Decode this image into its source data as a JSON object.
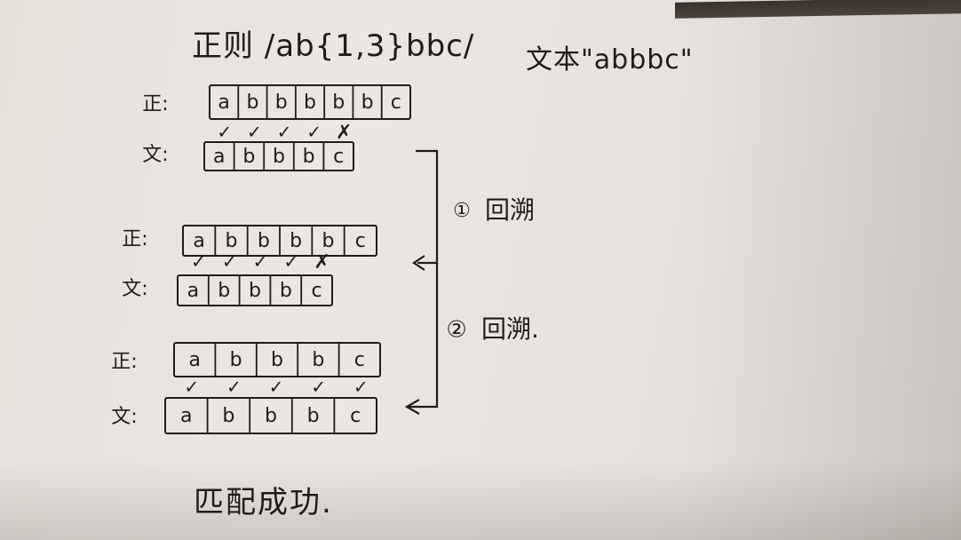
{
  "header": {
    "regex": "正则 /ab{1,3}bbc/",
    "text": "文本\"abbbc\""
  },
  "labels": {
    "regex_short": "正:",
    "text_short": "文:"
  },
  "rows": [
    {
      "regex_cells": [
        "a",
        "b",
        "b",
        "b",
        "b",
        "b",
        "c"
      ],
      "marks": [
        "✓",
        "✓",
        "✓",
        "✓",
        "✗"
      ],
      "text_cells": [
        "a",
        "b",
        "b",
        "b",
        "c"
      ]
    },
    {
      "regex_cells": [
        "a",
        "b",
        "b",
        "b",
        "b",
        "c"
      ],
      "marks": [
        "✓",
        "✓",
        "✓",
        "✓",
        "✗"
      ],
      "text_cells": [
        "a",
        "b",
        "b",
        "b",
        "c"
      ]
    },
    {
      "regex_cells": [
        "a",
        "b",
        "b",
        "b",
        "c"
      ],
      "marks": [
        "✓",
        "✓",
        "✓",
        "✓",
        "✓"
      ],
      "text_cells": [
        "a",
        "b",
        "b",
        "b",
        "c"
      ]
    }
  ],
  "backtracks": [
    {
      "number": "①",
      "label": "回溯"
    },
    {
      "number": "②",
      "label": "回溯."
    }
  ],
  "result": "匹配成功."
}
